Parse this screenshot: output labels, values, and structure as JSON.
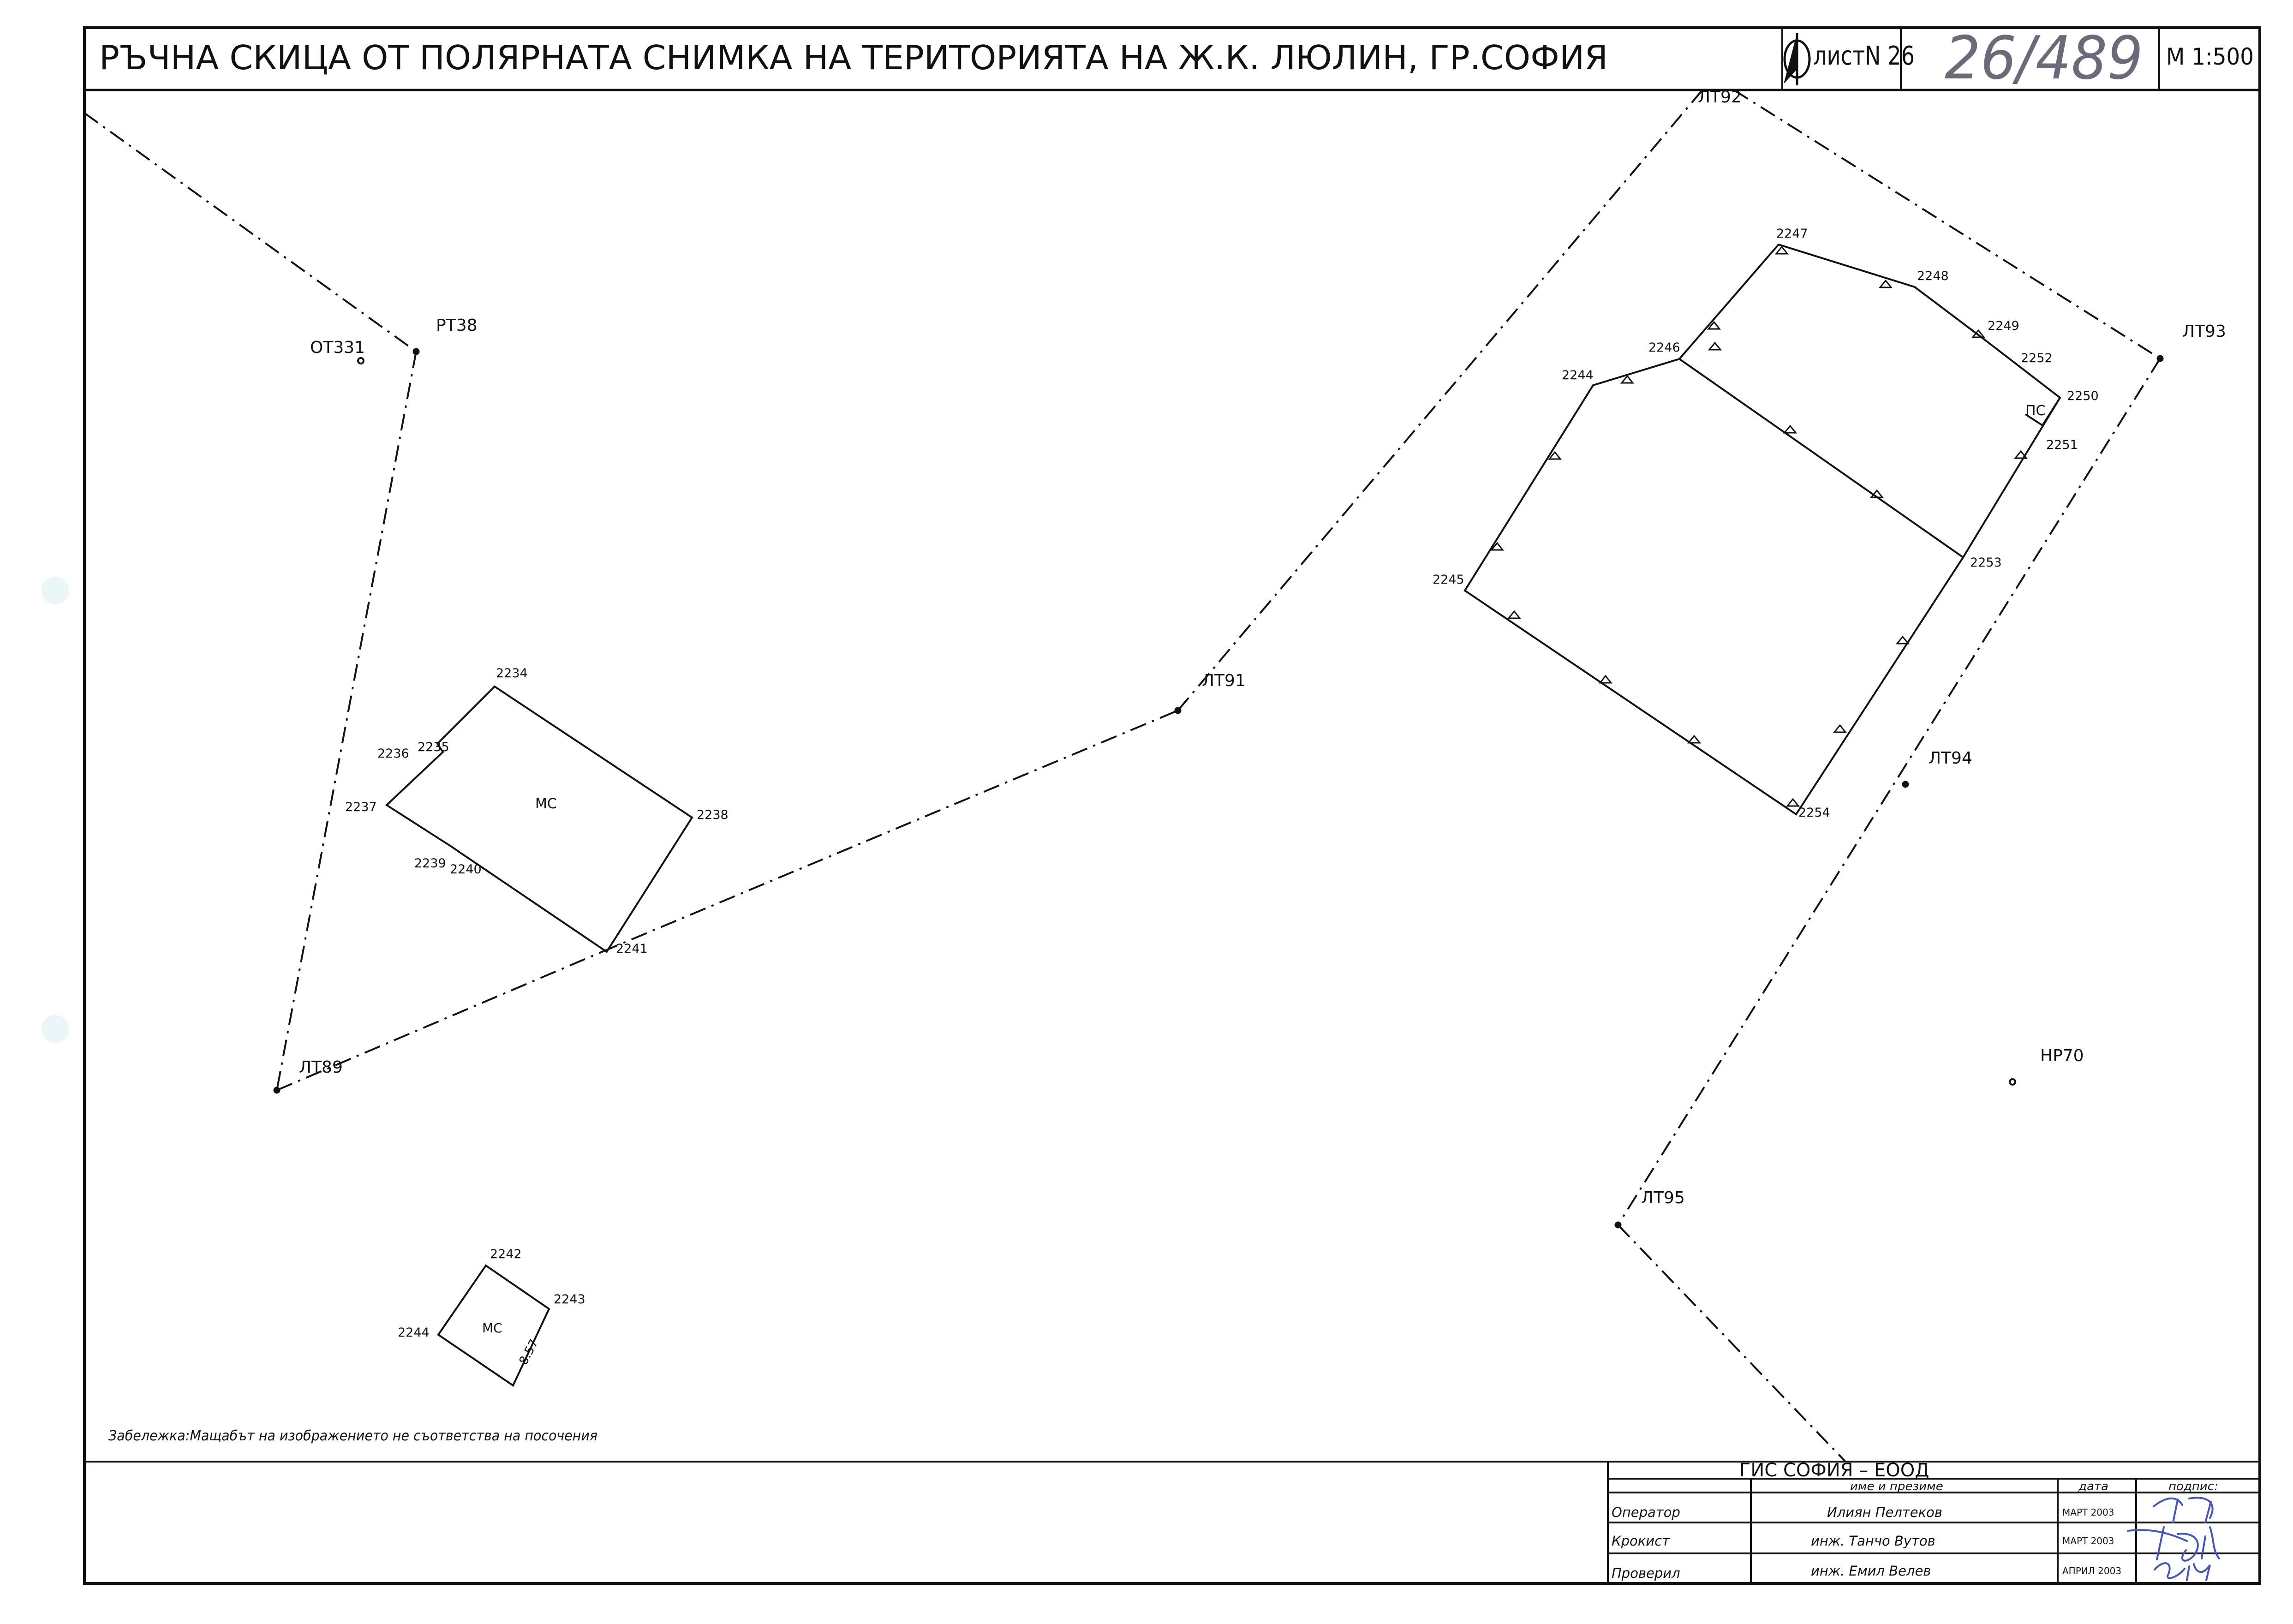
{
  "header": {
    "title": "РЪЧНА СКИЦА ОТ ПОЛЯРНАТА СНИМКА НА ТЕРИТОРИЯТА НА Ж.К. ЛЮЛИН, ГР.СОФИЯ",
    "sheet_label": "листN 26",
    "handwritten_number": "26/489",
    "scale": "М 1:500"
  },
  "note": "Забележка:Мащабът на изображението не съответства на посочения",
  "title_block": {
    "company": "ГИС  СОФИЯ  –  ЕООД",
    "col_name": "име и презиме",
    "col_date": "дата",
    "col_sign": "подпис:",
    "rows": [
      {
        "role": "Оператор",
        "name": "Илиян Пелтеков",
        "date": "МАРТ 2003"
      },
      {
        "role": "Крокист",
        "name": "инж. Танчо Вутов",
        "date": "МАРТ 2003"
      },
      {
        "role": "Проверил",
        "name": "инж. Емил Велев",
        "date": "АПРИЛ 2003"
      }
    ]
  },
  "survey_points": [
    {
      "id": "ot331",
      "label": "ОТ331"
    },
    {
      "id": "rt38",
      "label": "РТ38"
    },
    {
      "id": "lt89",
      "label": "ЛТ89"
    },
    {
      "id": "lt91",
      "label": "ЛТ91"
    },
    {
      "id": "lt92",
      "label": "ЛТ92"
    },
    {
      "id": "lt93",
      "label": "ЛТ93"
    },
    {
      "id": "lt94",
      "label": "ЛТ94"
    },
    {
      "id": "lt95",
      "label": "ЛТ95"
    },
    {
      "id": "np70",
      "label": "НР70"
    }
  ],
  "building_1": {
    "label": "МС",
    "vertices": [
      "2234",
      "2235",
      "2236",
      "2237",
      "2238",
      "2239",
      "2240",
      "2241"
    ]
  },
  "building_2": {
    "label": "МС",
    "vertices": [
      "2242",
      "2243",
      "2244"
    ],
    "dimension": "8.57"
  },
  "building_3": {
    "vertices": [
      "2244",
      "2245",
      "2246",
      "2247",
      "2248",
      "2249",
      "2250",
      "2251",
      "2252",
      "2253",
      "2254"
    ],
    "annex_label": "ПС"
  },
  "colors": {
    "ink": "#111111",
    "pen": "#4455bb",
    "pencil": "#6a6a78",
    "hole": "#eaf6f8"
  }
}
